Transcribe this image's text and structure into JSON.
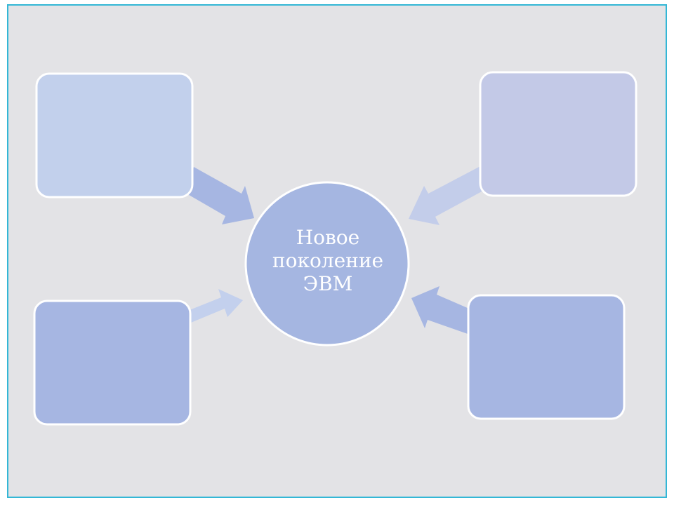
{
  "diagram": {
    "center": {
      "lines": [
        "Новое",
        "поколение",
        "ЭВМ"
      ],
      "color": "#a5b6e1"
    },
    "boxes": [
      {
        "id": "top-left",
        "color": "#c2d0ec"
      },
      {
        "id": "top-right",
        "color": "#c3c9e7"
      },
      {
        "id": "bottom-left",
        "color": "#a6b6e2"
      },
      {
        "id": "bottom-right",
        "color": "#a6b6e2"
      }
    ],
    "arrows": [
      {
        "from": "top-left",
        "color": "#a6b6e2"
      },
      {
        "from": "top-right",
        "color": "#c3cdea"
      },
      {
        "from": "bottom-left",
        "color": "#c3d0ed"
      },
      {
        "from": "bottom-right",
        "color": "#a6b6e2"
      }
    ],
    "colors": {
      "background": "#e3e3e6",
      "frame_border": "#33b7d6",
      "shape_stroke": "#ffffff"
    }
  }
}
